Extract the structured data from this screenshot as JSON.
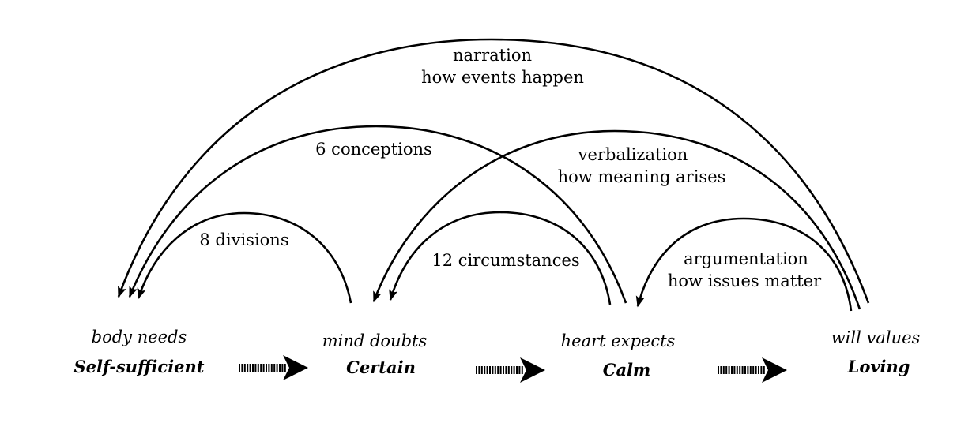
{
  "nodes": [
    {
      "role": "body needs",
      "state": "Self-sufficient"
    },
    {
      "role": "mind doubts",
      "state": "Certain"
    },
    {
      "role": "heart expects",
      "state": "Calm"
    },
    {
      "role": "will values",
      "state": "Loving"
    }
  ],
  "arcs": [
    {
      "lines": [
        "narration",
        "how events happen"
      ]
    },
    {
      "lines": [
        "6 conceptions"
      ]
    },
    {
      "lines": [
        "verbalization",
        "how meaning arises"
      ]
    },
    {
      "lines": [
        "8 divisions"
      ]
    },
    {
      "lines": [
        "12 circumstances"
      ]
    },
    {
      "lines": [
        "argumentation",
        "how issues matter"
      ]
    }
  ]
}
